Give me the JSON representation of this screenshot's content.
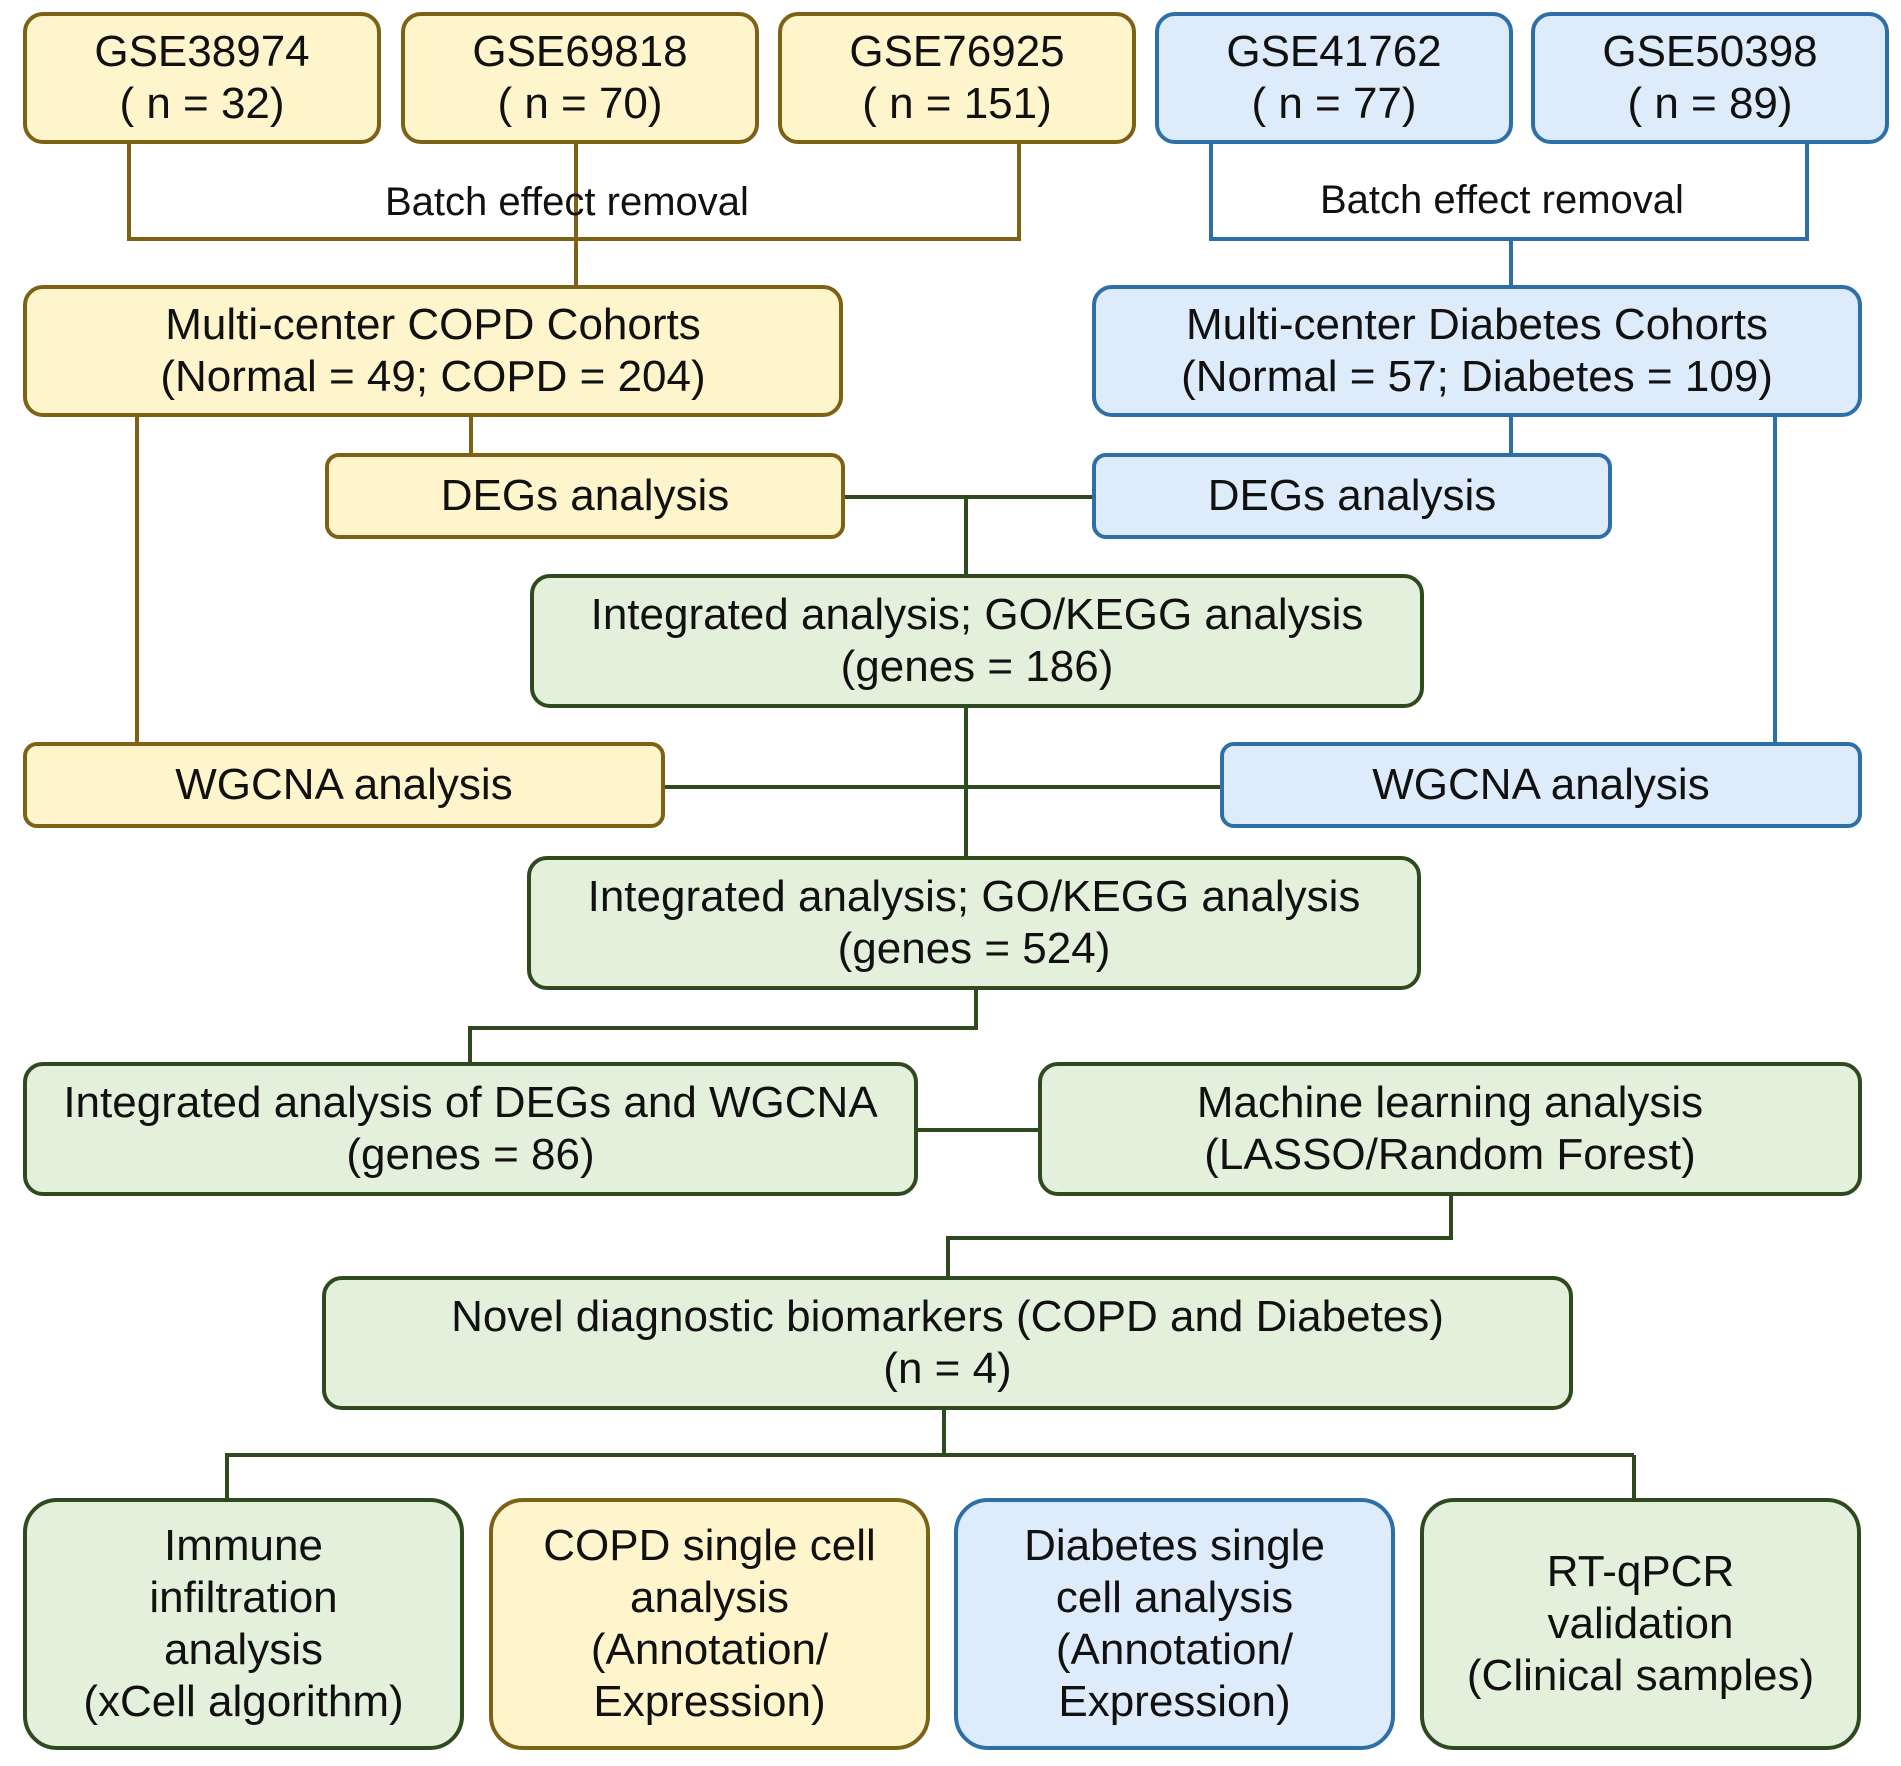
{
  "colors": {
    "copd_fill": "#fff5cc",
    "copd_border": "#7d6114",
    "diabetes_fill": "#ddebfa",
    "diabetes_border": "#2f6fa8",
    "integrated_fill": "#e3f1dc",
    "integrated_border": "#2f4a1e"
  },
  "datasets": {
    "copd": [
      {
        "id": "GSE38974",
        "n": "( n = 32)"
      },
      {
        "id": "GSE69818",
        "n": "( n = 70)"
      },
      {
        "id": "GSE76925",
        "n": "( n = 151)"
      }
    ],
    "diabetes": [
      {
        "id": "GSE41762",
        "n": "( n = 77)"
      },
      {
        "id": "GSE50398",
        "n": "( n = 89)"
      }
    ]
  },
  "labels": {
    "batch_copd": "Batch effect removal",
    "batch_diabetes": "Batch effect removal"
  },
  "cohorts": {
    "copd": {
      "title": "Multi-center COPD Cohorts",
      "detail": "(Normal = 49; COPD = 204)"
    },
    "diabetes": {
      "title": "Multi-center Diabetes Cohorts",
      "detail": "(Normal = 57; Diabetes = 109)"
    }
  },
  "degs": {
    "copd": "DEGs analysis",
    "diabetes": "DEGs analysis"
  },
  "integrated_degs": {
    "title": "Integrated analysis; GO/KEGG analysis",
    "detail": "(genes = 186)"
  },
  "wgcna": {
    "copd": "WGCNA analysis",
    "diabetes": "WGCNA analysis"
  },
  "integrated_wgcna": {
    "title": "Integrated analysis; GO/KEGG analysis",
    "detail": "(genes = 524)"
  },
  "integrated_both": {
    "title": "Integrated analysis of DEGs and WGCNA",
    "detail": "(genes = 86)"
  },
  "ml": {
    "title": "Machine learning analysis",
    "detail": "(LASSO/Random Forest)"
  },
  "biomarkers": {
    "title": "Novel diagnostic biomarkers (COPD and Diabetes)",
    "detail": "(n = 4)"
  },
  "outputs": [
    {
      "lines": [
        "Immune",
        "infiltration",
        "analysis",
        "(xCell algorithm)"
      ]
    },
    {
      "lines": [
        "COPD single cell",
        "analysis",
        "(Annotation/",
        "Expression)"
      ]
    },
    {
      "lines": [
        "Diabetes single",
        "cell analysis",
        "(Annotation/",
        "Expression)"
      ]
    },
    {
      "lines": [
        "RT-qPCR",
        "validation",
        "(Clinical samples)"
      ]
    }
  ]
}
